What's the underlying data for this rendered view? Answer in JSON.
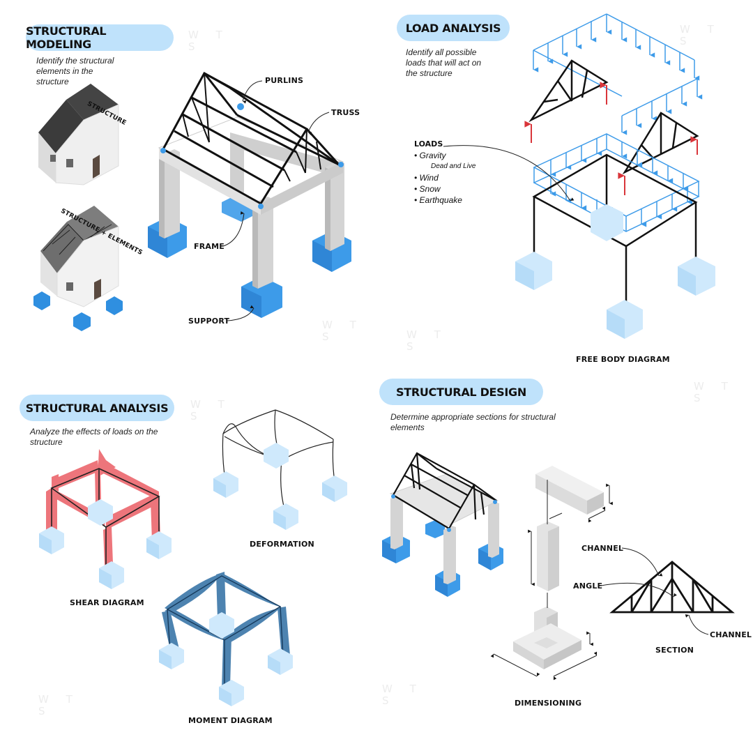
{
  "panels": {
    "modeling": {
      "title": "STRUCTURAL MODELING",
      "subtitle": "Identify the structural elements in the structure",
      "labels": {
        "structure": "STRUCTURE",
        "structure_elements": "STRUCTURE + ELEMENTS",
        "purlins": "PURLINS",
        "truss": "TRUSS",
        "frame": "FRAME",
        "support": "SUPPORT"
      }
    },
    "load": {
      "title": "LOAD ANALYSIS",
      "subtitle": "Identify all possible loads that will act on the structure",
      "loads_heading": "LOADS",
      "loads_items": [
        "Gravity",
        "Dead and Live",
        "Wind",
        "Snow",
        "Earthquake"
      ],
      "caption": "FREE BODY DIAGRAM"
    },
    "analysis": {
      "title": "STRUCTURAL ANALYSIS",
      "subtitle": "Analyze the effects of loads on the structure",
      "labels": {
        "shear": "SHEAR DIAGRAM",
        "deformation": "DEFORMATION",
        "moment": "MOMENT DIAGRAM"
      }
    },
    "design": {
      "title": "STRUCTURAL DESIGN",
      "subtitle": "Determine appropriate sections for structural elements",
      "labels": {
        "dimensioning": "DIMENSIONING",
        "section": "SECTION",
        "channel_top": "CHANNEL",
        "angle": "ANGLE",
        "channel_bottom": "CHANNEL"
      }
    }
  },
  "watermark": "W T S",
  "colors": {
    "pill": "#bfe2fb",
    "support_blue": "#3d9be9",
    "support_light": "#cfe9fc",
    "concrete": "#d4d4d4",
    "load_arrow": "#3d9be9",
    "reaction_arrow": "#d9353a",
    "shear": "#e8484f",
    "moment": "#2f6ea3"
  }
}
